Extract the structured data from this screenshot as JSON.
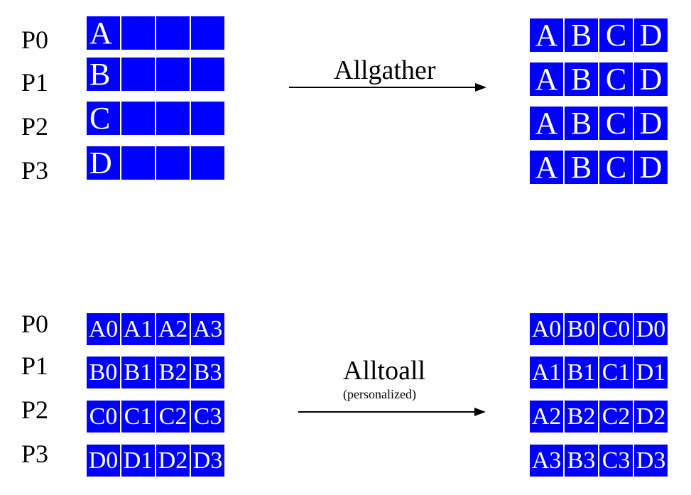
{
  "processes": [
    "P0",
    "P1",
    "P2",
    "P3"
  ],
  "colors": {
    "block": "#0000ff",
    "text": "#ffffff"
  },
  "allgather": {
    "title": "Allgather",
    "before": [
      [
        "A",
        "",
        "",
        ""
      ],
      [
        "B",
        "",
        "",
        ""
      ],
      [
        "C",
        "",
        "",
        ""
      ],
      [
        "D",
        "",
        "",
        ""
      ]
    ],
    "after": [
      [
        "A",
        "B",
        "C",
        "D"
      ],
      [
        "A",
        "B",
        "C",
        "D"
      ],
      [
        "A",
        "B",
        "C",
        "D"
      ],
      [
        "A",
        "B",
        "C",
        "D"
      ]
    ]
  },
  "alltoall": {
    "title": "Alltoall",
    "subtitle": "(personalized)",
    "before": [
      [
        "A0",
        "A1",
        "A2",
        "A3"
      ],
      [
        "B0",
        "B1",
        "B2",
        "B3"
      ],
      [
        "C0",
        "C1",
        "C2",
        "C3"
      ],
      [
        "D0",
        "D1",
        "D2",
        "D3"
      ]
    ],
    "after": [
      [
        "A0",
        "B0",
        "C0",
        "D0"
      ],
      [
        "A1",
        "B1",
        "C1",
        "D1"
      ],
      [
        "A2",
        "B2",
        "C2",
        "D2"
      ],
      [
        "A3",
        "B3",
        "C3",
        "D3"
      ]
    ]
  }
}
